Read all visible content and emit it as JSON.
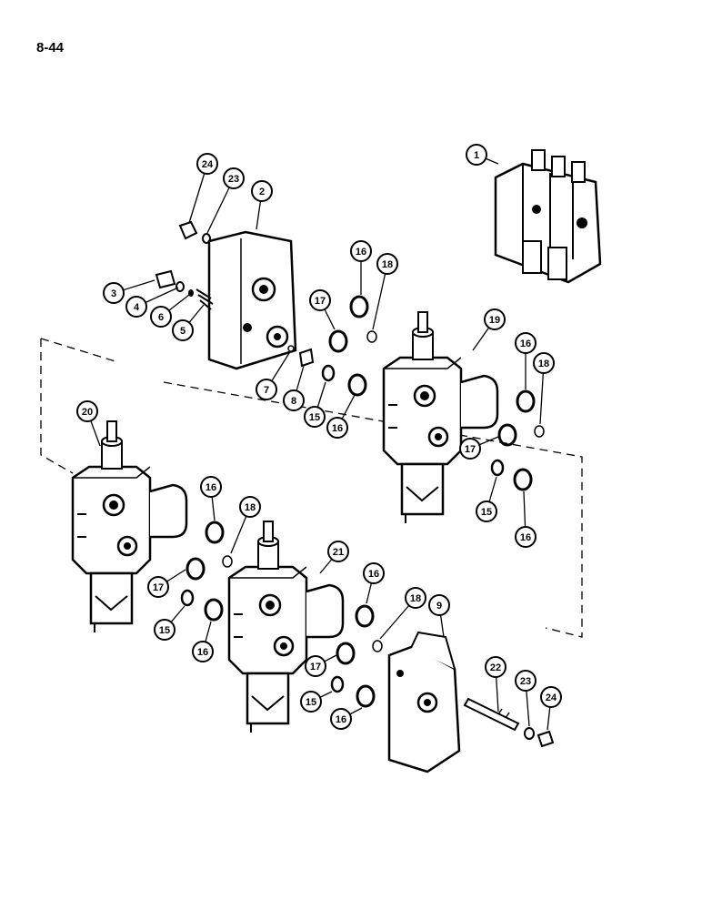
{
  "page_number": "8-44",
  "colors": {
    "ink": "#000000",
    "paper": "#ffffff",
    "shade": "#d9d9d9"
  },
  "callouts": [
    {
      "id": "c1",
      "label": "1"
    },
    {
      "id": "c24a",
      "label": "24"
    },
    {
      "id": "c23a",
      "label": "23"
    },
    {
      "id": "c2",
      "label": "2"
    },
    {
      "id": "c3",
      "label": "3"
    },
    {
      "id": "c4",
      "label": "4"
    },
    {
      "id": "c6",
      "label": "6"
    },
    {
      "id": "c5",
      "label": "5"
    },
    {
      "id": "c16a",
      "label": "16"
    },
    {
      "id": "c18a",
      "label": "18"
    },
    {
      "id": "c17a",
      "label": "17"
    },
    {
      "id": "c7",
      "label": "7"
    },
    {
      "id": "c8",
      "label": "8"
    },
    {
      "id": "c15a",
      "label": "15"
    },
    {
      "id": "c16b",
      "label": "16"
    },
    {
      "id": "c19",
      "label": "19"
    },
    {
      "id": "c16c",
      "label": "16"
    },
    {
      "id": "c18b",
      "label": "18"
    },
    {
      "id": "c17b",
      "label": "17"
    },
    {
      "id": "c15b",
      "label": "15"
    },
    {
      "id": "c16d",
      "label": "16"
    },
    {
      "id": "c20",
      "label": "20"
    },
    {
      "id": "c16e",
      "label": "16"
    },
    {
      "id": "c18c",
      "label": "18"
    },
    {
      "id": "c17c",
      "label": "17"
    },
    {
      "id": "c15c",
      "label": "15"
    },
    {
      "id": "c16f",
      "label": "16"
    },
    {
      "id": "c21",
      "label": "21"
    },
    {
      "id": "c16g",
      "label": "16"
    },
    {
      "id": "c18d",
      "label": "18"
    },
    {
      "id": "c9",
      "label": "9"
    },
    {
      "id": "c17d",
      "label": "17"
    },
    {
      "id": "c15d",
      "label": "15"
    },
    {
      "id": "c16h",
      "label": "16"
    },
    {
      "id": "c22",
      "label": "22"
    },
    {
      "id": "c23b",
      "label": "23"
    },
    {
      "id": "c24b",
      "label": "24"
    }
  ]
}
